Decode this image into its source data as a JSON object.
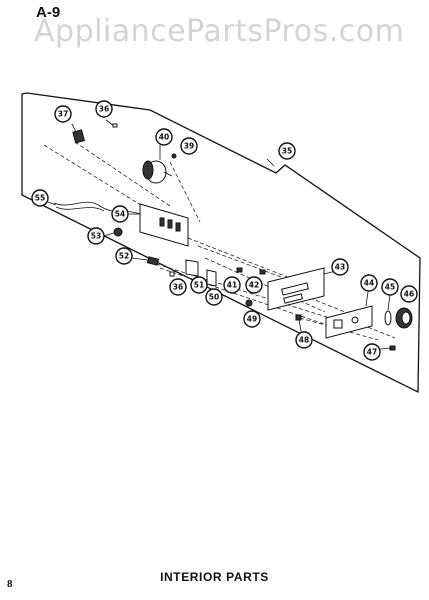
{
  "header": {
    "watermark": "AppliancePartsPros.com",
    "page_code": "A-9"
  },
  "footer": {
    "page_number": "8",
    "caption": "INTERIOR PARTS"
  },
  "callouts": {
    "c37": "37",
    "c36a": "36",
    "c40": "40",
    "c39": "39",
    "c35": "35",
    "c55": "55",
    "c54": "54",
    "c53": "53",
    "c52": "52",
    "c36b": "36",
    "c51": "51",
    "c50": "50",
    "c41": "41",
    "c42": "42",
    "c43": "43",
    "c49": "49",
    "c48": "48",
    "c44": "44",
    "c45": "45",
    "c46": "46",
    "c47": "47"
  }
}
